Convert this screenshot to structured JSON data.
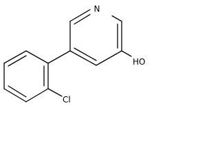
{
  "molecule": {
    "atoms": {
      "nitrogen": "N",
      "hydroxyl": "HO",
      "chlorine": "Cl"
    },
    "colors": {
      "bond": "#000000",
      "label": "#000000",
      "background": "#ffffff"
    }
  }
}
